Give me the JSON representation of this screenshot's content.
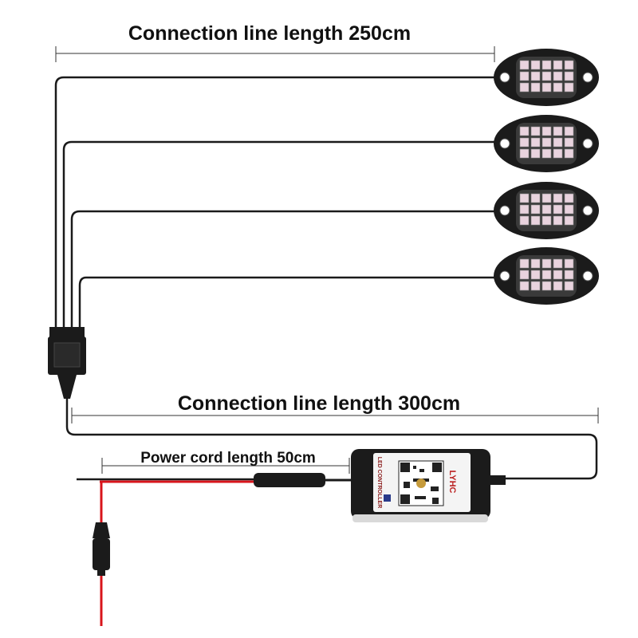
{
  "labels": {
    "top_length": "Connection line length 250cm",
    "middle_length": "Connection line length 300cm",
    "power_length": "Power cord length 50cm"
  },
  "controller": {
    "logo_text": "LYHC",
    "label_text": "LED CONTROLLER"
  },
  "pods": 4,
  "colors": {
    "wire": "#1a1a1a",
    "power_wire": "#d8141b",
    "pod_body": "#1b1b1b",
    "led": "#e9d3de"
  }
}
